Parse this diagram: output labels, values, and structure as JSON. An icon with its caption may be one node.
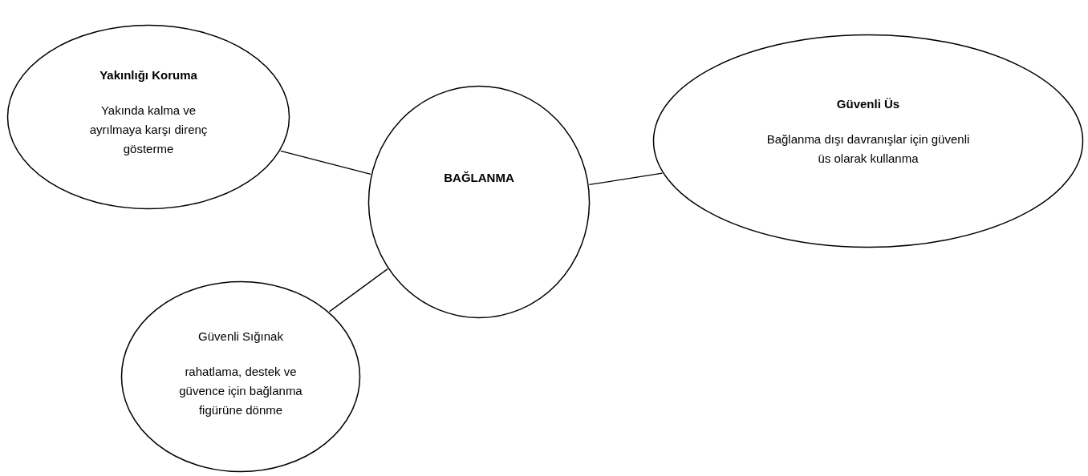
{
  "diagram": {
    "nodes": [
      {
        "text": [
          "Yakınlığı Koruma",
          "Yakında kalma ve ayrılmaya karşı direnç gösterme"
        ]
      },
      {
        "text": [
          "BAĞLANMA"
        ]
      },
      {
        "text": [
          "Güvenli Üs",
          "Bağlanma dışı davranışlar için güvenli üs olarak kullanma"
        ]
      },
      {
        "text": [
          "Güvenli Sığınak",
          "rahatlama, destek ve güvence için bağlanma figürüne dönme"
        ]
      }
    ],
    "edges": [
      {
        "from": 0,
        "to": 1,
        "arrow": "none"
      },
      {
        "from": 1,
        "to": 2,
        "arrow": "none"
      },
      {
        "from": 1,
        "to": 3,
        "arrow": "none"
      }
    ]
  }
}
